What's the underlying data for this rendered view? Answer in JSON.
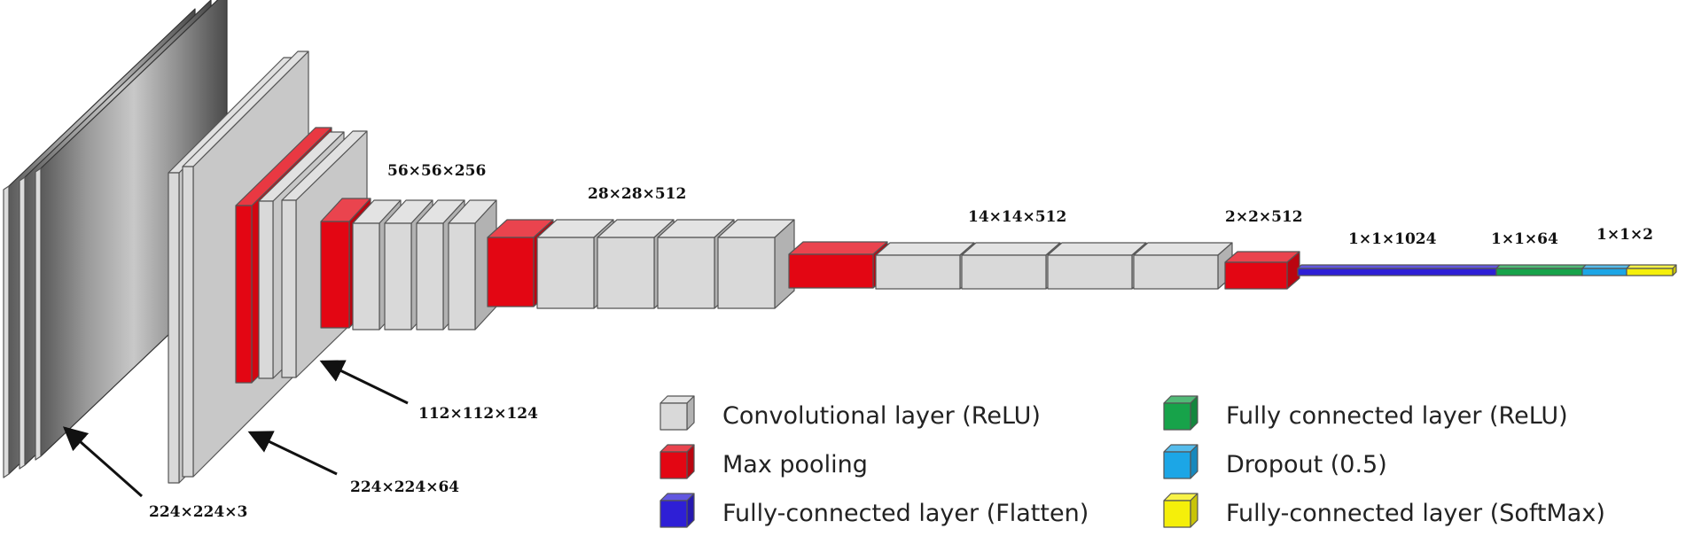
{
  "colors": {
    "conv": "#d9d9d9",
    "pool": "#e30613",
    "flatten": "#2e1fd6",
    "fc_relu": "#17a34a",
    "dropout": "#1ca6e6",
    "softmax": "#f5ef0a",
    "outline": "#555555",
    "arrow": "#111111"
  },
  "dimension_labels": {
    "input": "224×224×3",
    "block1": "224×224×64",
    "block2": "112×112×124",
    "block3": "56×56×256",
    "block4": "28×28×512",
    "block5": "14×14×512",
    "pool_final": "2×2×512",
    "flatten": "1×1×1024",
    "fc": "1×1×64",
    "output": "1×1×2"
  },
  "legend": [
    {
      "label": "Convolutional layer (ReLU)",
      "color_key": "conv"
    },
    {
      "label": "Max pooling",
      "color_key": "pool"
    },
    {
      "label": "Fully-connected layer (Flatten)",
      "color_key": "flatten"
    },
    {
      "label": "Fully connected layer (ReLU)",
      "color_key": "fc_relu"
    },
    {
      "label": "Dropout (0.5)",
      "color_key": "dropout"
    },
    {
      "label": "Fully-connected layer (SoftMax)",
      "color_key": "softmax"
    }
  ]
}
